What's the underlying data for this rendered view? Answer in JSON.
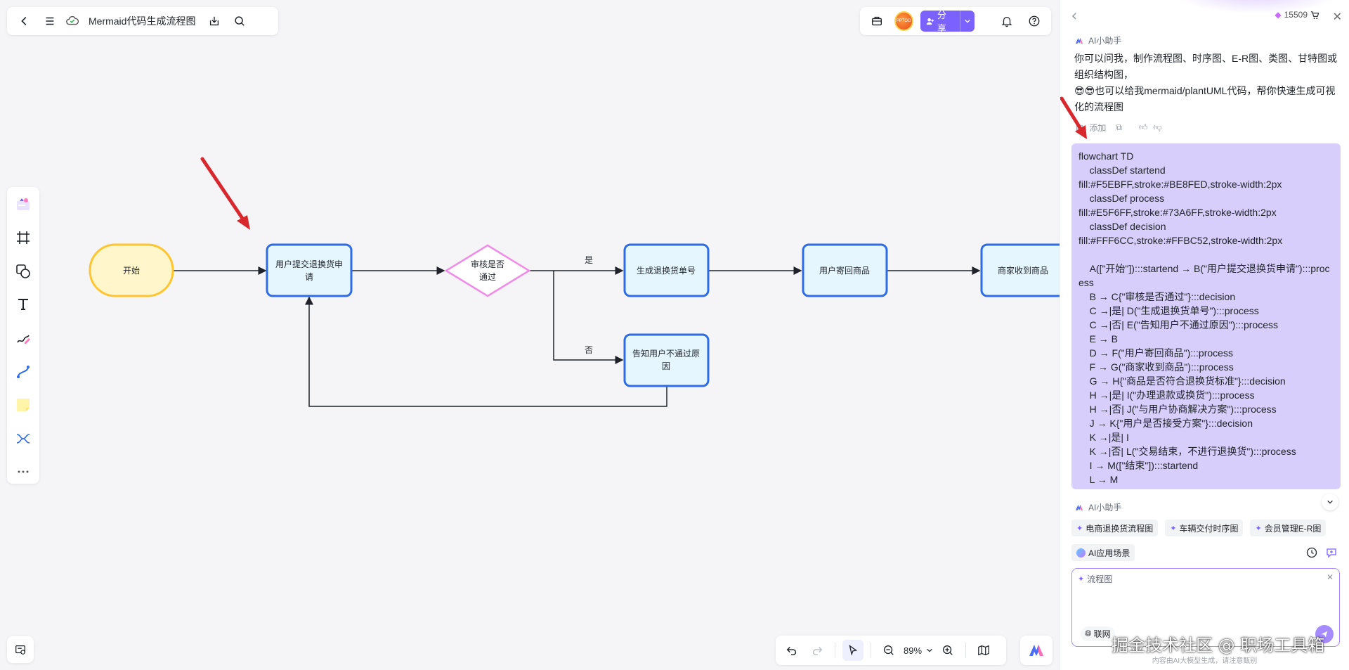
{
  "topbar": {
    "title": "Mermaid代码生成流程图",
    "avatar_text": "PPTOO",
    "share_label": "分享"
  },
  "diagram": {
    "nodes": {
      "start": "开始",
      "b_line1": "用户提交退换货申",
      "b_line2": "请",
      "c_line1": "审核是否",
      "c_line2": "通过",
      "d": "生成退换货单号",
      "e_line1": "告知用户不通过原",
      "e_line2": "因",
      "f": "用户寄回商品",
      "g": "商家收到商品"
    },
    "edge_labels": {
      "yes": "是",
      "no": "否"
    },
    "colors": {
      "start_fill": "#FFF6CC",
      "start_stroke": "#FFC52E",
      "process_fill": "#E5F6FF",
      "process_stroke": "#2E6BE6",
      "decision_fill": "#FFFFFF",
      "decision_stroke": "#F08CE8",
      "arrow": "#d9272e"
    }
  },
  "bottom": {
    "zoom": "89%"
  },
  "ai_panel": {
    "credits": "15509",
    "assistant_name": "AI小助手",
    "intro_line1": "你可以问我，制作流程图、时序图、E-R图、类图、甘特图或 组织结构图，",
    "intro_line2": "😎😎也可以给我mermaid/plantUML代码，帮你快速生成可视化的流程图",
    "add_label": "添加",
    "code": "flowchart TD\n    classDef startend\nfill:#F5EBFF,stroke:#BE8FED,stroke-width:2px\n    classDef process\nfill:#E5F6FF,stroke:#73A6FF,stroke-width:2px\n    classDef decision\nfill:#FFF6CC,stroke:#FFBC52,stroke-width:2px\n\n    A([\"开始\"]):::startend → B(\"用户提交退换货申请\"):::process\n    B → C{\"审核是否通过\"}:::decision\n    C →|是| D(\"生成退换货单号\"):::process\n    C →|否| E(\"告知用户不通过原因\"):::process\n    E → B\n    D → F(\"用户寄回商品\"):::process\n    F → G(\"商家收到商品\"):::process\n    G → H{\"商品是否符合退换货标准\"}:::decision\n    H →|是| I(\"办理退款或换货\"):::process\n    H →|否| J(\"与用户协商解决方案\"):::process\n    J → K{\"用户是否接受方案\"}:::decision\n    K →|是| I\n    K →|否| L(\"交易结束，不进行退换货\"):::process\n    I → M([\"结束\"]):::startend\n    L → M",
    "assistant_name2": "AI小助手",
    "suggestions": [
      "电商退换货流程图",
      "车辆交付时序图",
      "会员管理E-R图"
    ],
    "scene_label": "AI应用场景",
    "input_tag": "流程图",
    "web_label": "联网",
    "disclaimer": "内容由AI大模型生成，请注意甄别"
  },
  "watermark": "掘金技术社区 @ 职场工具箱"
}
